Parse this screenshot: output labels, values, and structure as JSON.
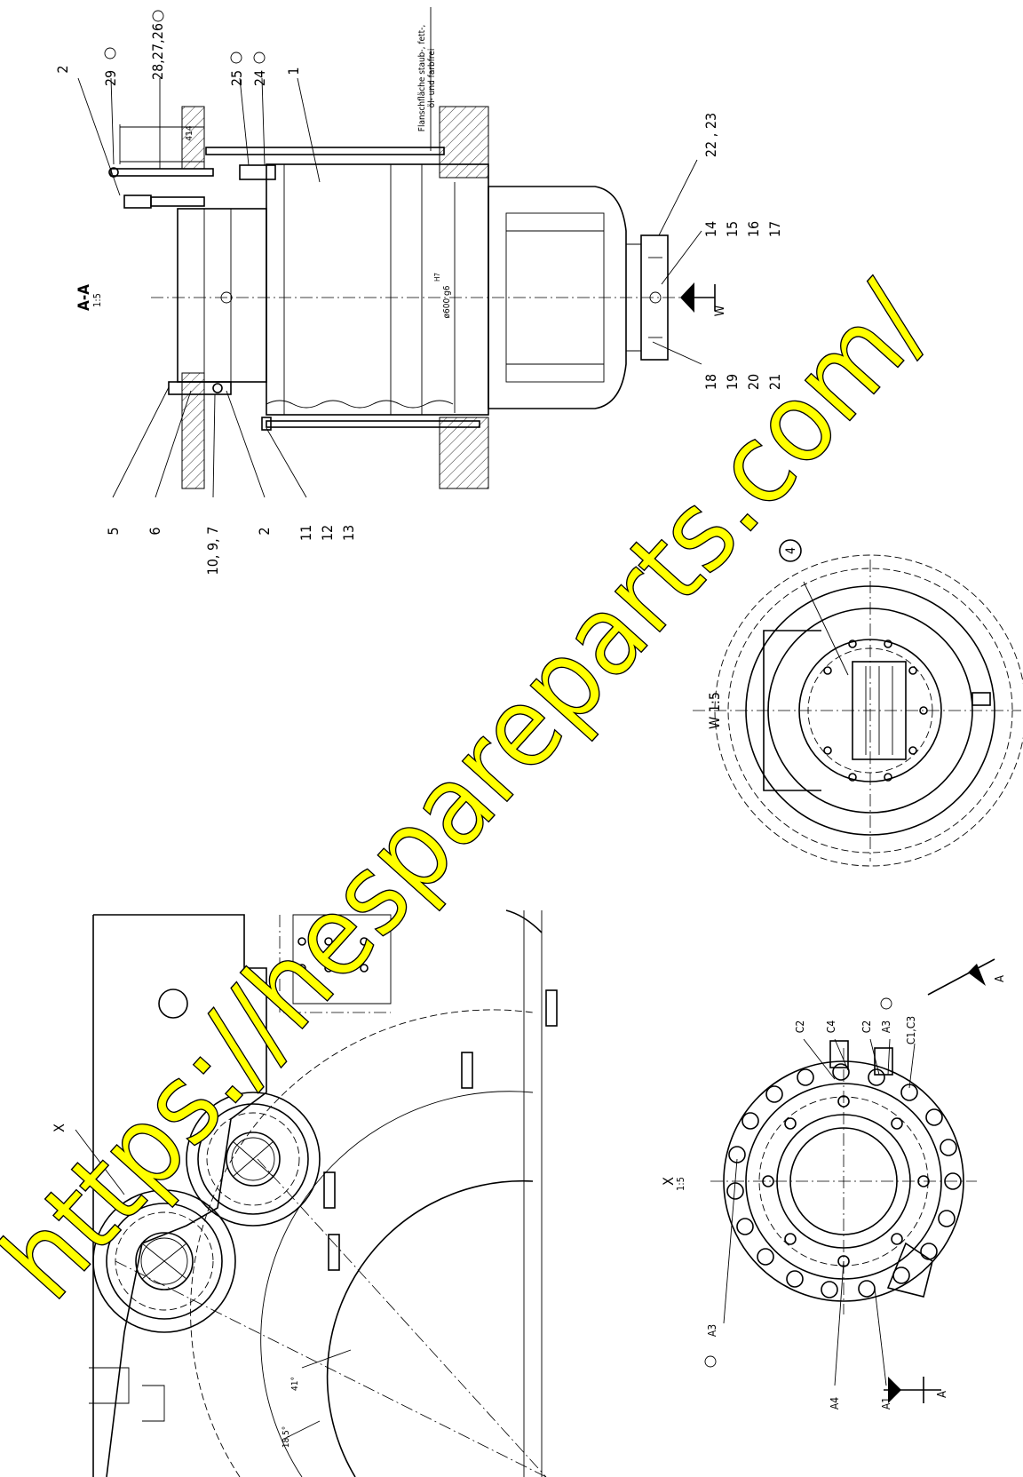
{
  "section_aa": {
    "title": "A-A",
    "scale": "1:5",
    "callouts_top": [
      "2",
      "29",
      "28,27,26",
      "25",
      "24",
      "1",
      "22 , 23"
    ],
    "callouts_bottom": [
      "5",
      "6",
      "10, 9, 7",
      "2",
      "11",
      "12",
      "13"
    ],
    "callouts_right_a": [
      "14",
      "15",
      "16",
      "17"
    ],
    "callouts_right_b": [
      "18",
      "19",
      "20",
      "21"
    ],
    "note_line1": "Flanschfläche staub-, fett-,",
    "note_line2": "öl- und farbfrei",
    "dim_diameter": "ø600 g6",
    "dim_fit": "H7",
    "dim_414": "414",
    "view_marker": "W"
  },
  "view_w": {
    "title": "W 1:5",
    "callout": "4"
  },
  "view_x": {
    "title": "X",
    "scale": "1:5",
    "labels": [
      "C2",
      "C4",
      "C2",
      "A3",
      "C1,C3"
    ],
    "labels_lower": [
      "A3",
      "A4",
      "A1"
    ],
    "section_marker": "A"
  },
  "layout_view": {
    "marker_x": "X",
    "angle_1": "41°",
    "angle_2": "18,5°"
  },
  "watermark": {
    "text": "https://hespareparts.com/",
    "color": "#ffff00"
  }
}
